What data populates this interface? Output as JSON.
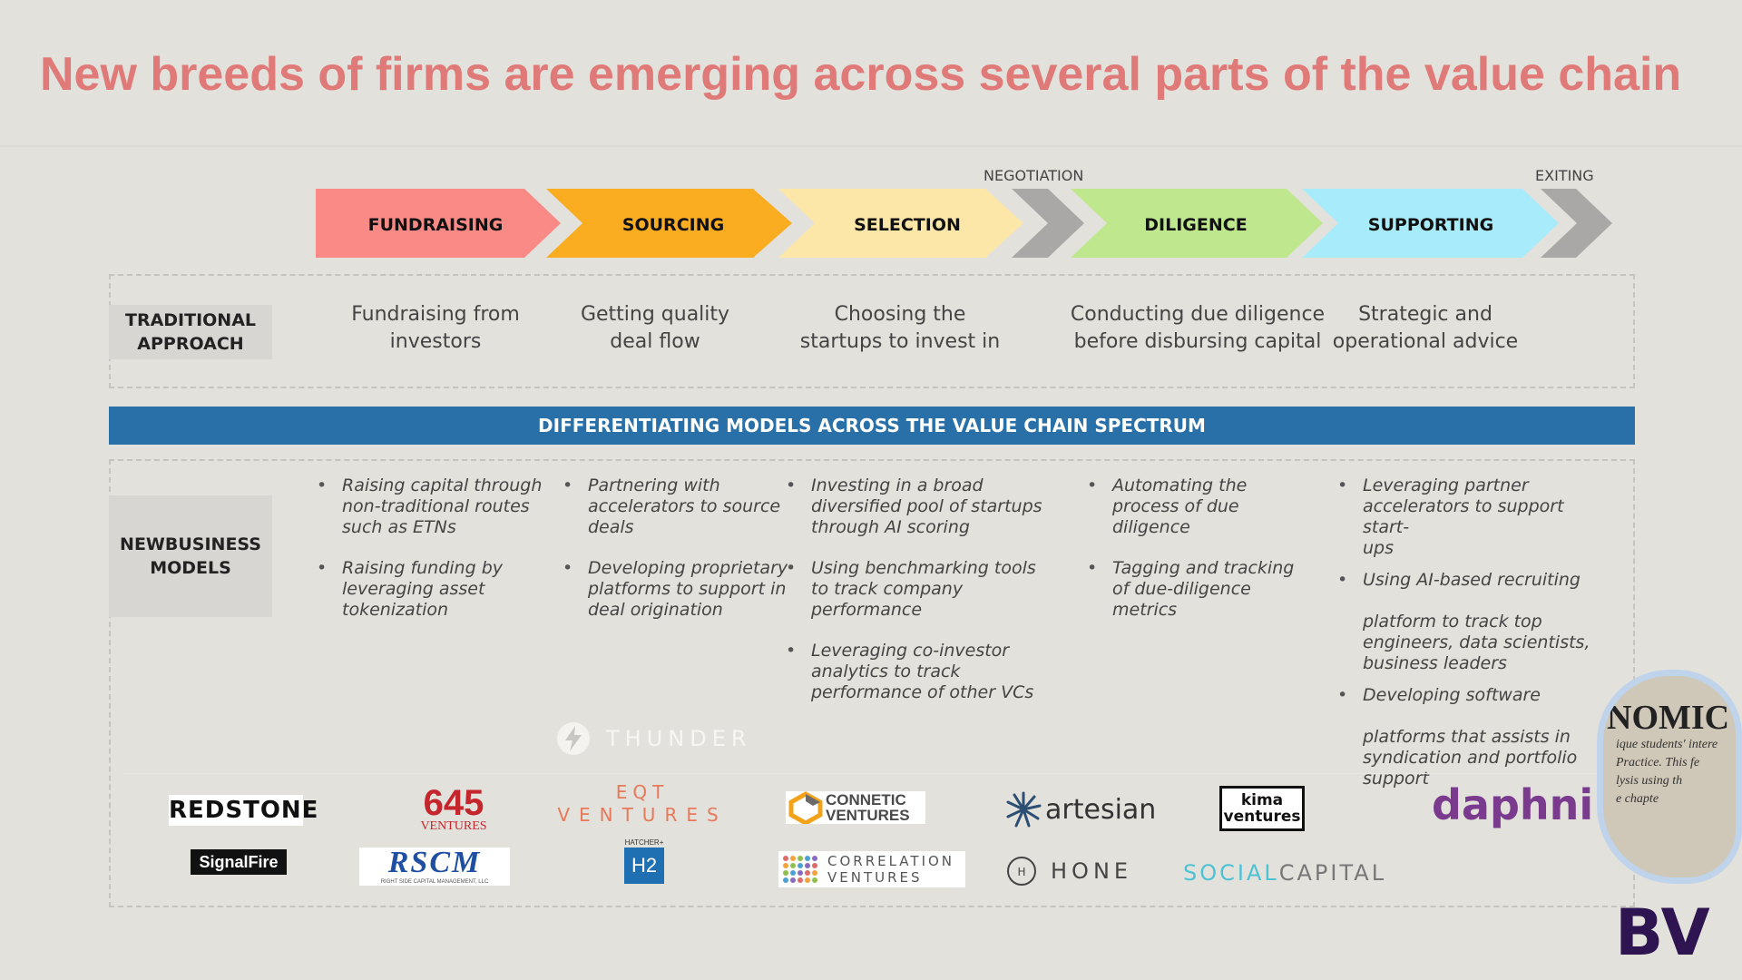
{
  "title": "New breeds of firms are emerging across several parts of the value chain",
  "stage_labels": {
    "negotiation": "NEGOTIATION",
    "exiting": "EXITING"
  },
  "stages": [
    {
      "label": "FUNDRAISING",
      "color": "#f98a86"
    },
    {
      "label": "SOURCING",
      "color": "#fbad22"
    },
    {
      "label": "SELECTION",
      "color": "#fde7a8"
    },
    {
      "label": "DILIGENCE",
      "color": "#bfe78d"
    },
    {
      "label": "SUPPORTING",
      "color": "#a8ecfb"
    }
  ],
  "connector_color": "#a9a8a6",
  "traditional": {
    "label": "TRADITIONAL\nAPPROACH",
    "items": [
      "Fundraising from\ninvestors",
      "Getting quality\ndeal flow",
      "Choosing the\nstartups to invest in",
      "Conducting due diligence\nbefore disbursing capital",
      "Strategic and\noperational advice"
    ]
  },
  "band_title": "DIFFERENTIATING MODELS ACROSS THE VALUE CHAIN SPECTRUM",
  "new_models": {
    "label": "NEWBUSINESS\nMODELS",
    "columns": [
      [
        "Raising capital through\nnon-traditional  routes\nsuch as ETNs",
        "Raising funding by\nleveraging asset\ntokenization"
      ],
      [
        "Partnering with\naccelerators  to  source\ndeals",
        "Developing  proprietary\nplatforms to support in\ndeal origination"
      ],
      [
        "Investing in a broad\ndiversified pool of startups\nthrough AI scoring",
        "Using benchmarking tools\nto track company\nperformance",
        "Leveraging co-investor\nanalytics to track\nperformance of other VCs"
      ],
      [
        "Automating the\nprocess of due\ndiligence",
        "Tagging and tracking\nof due-diligence\nmetrics"
      ],
      [
        "Leveraging partner\naccelerators to support start-\nups",
        "Using AI-based recruiting\n\nplatform to track top\nengineers, data scientists,\nbusiness leaders",
        "Developing software\n\nplatforms that assists in\nsyndication and portfolio\nsupport"
      ]
    ]
  },
  "logos": {
    "thunder": "THUNDER",
    "redstone": "REDSTONE",
    "signalfire": "SignalFire",
    "v645": "645",
    "v645_sub": "VENTURES",
    "rscm": "RSCM",
    "rscm_sub": "RIGHT SIDE CAPITAL MANAGEMENT, LLC",
    "eqt": "EQT",
    "eqt_sub": "VENTURES",
    "hatcher": "HATCHER+",
    "h2": "H2",
    "connetic1": "CONNETIC",
    "connetic2": "VENTURES",
    "correlation1": "CORRELATION",
    "correlation2": "VENTURES",
    "artesian": "artesian",
    "hone": "HONE",
    "kima1": "kima",
    "kima2": "ventures",
    "social": "SOCIAL",
    "capital": "CAPITAL",
    "daphni": "daphni",
    "bv": "BV",
    "sticker_head": "NOMIC",
    "sticker_body": "ique students' intere\nPractice. This fe\nlysis using th\ne chapte"
  }
}
